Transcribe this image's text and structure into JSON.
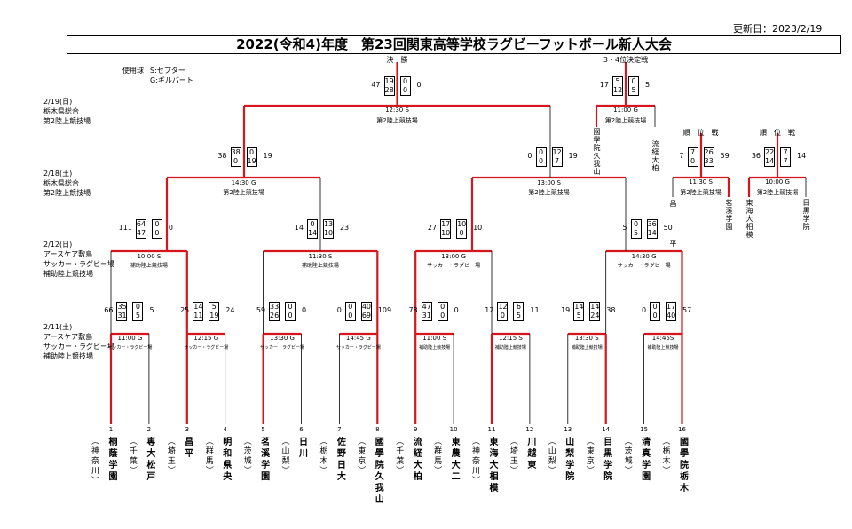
{
  "header": {
    "updated": "更新日：2023/2/19",
    "title": "2022(令和4)年度　第23回関東高等学校ラグビーフットボール新人大会",
    "ball_label": "使用球",
    "ball_s": "S:セプター",
    "ball_g": "G:ギルバート"
  },
  "dates": [
    {
      "date": "2/19(日)",
      "venue1": "栃木県総合",
      "venue2": "第2陸上競技場"
    },
    {
      "date": "2/18(土)",
      "venue1": "栃木県総合",
      "venue2": "第2陸上競技場"
    },
    {
      "date": "2/12(日)",
      "venue1": "アースケア敷島",
      "venue2": "サッカー・ラグビー場",
      "venue3": "補助陸上競技場"
    },
    {
      "date": "2/11(土)",
      "venue1": "アースケア敷島",
      "venue2": "サッカー・ラグビー場",
      "venue3": "補助陸上競技場"
    }
  ],
  "teams": [
    {
      "no": "1",
      "name": "桐蔭学園",
      "pref": "（神奈川）"
    },
    {
      "no": "2",
      "name": "専大松戸",
      "pref": "（千葉）"
    },
    {
      "no": "3",
      "name": "昌平",
      "pref": "（埼玉）"
    },
    {
      "no": "4",
      "name": "明和県央",
      "pref": "（群馬）"
    },
    {
      "no": "5",
      "name": "茗溪学園",
      "pref": "（茨城）"
    },
    {
      "no": "6",
      "name": "日川",
      "pref": "（山梨）"
    },
    {
      "no": "7",
      "name": "佐野日大",
      "pref": "（栃木）"
    },
    {
      "no": "8",
      "name": "國學院久我山",
      "pref": "（東京）"
    },
    {
      "no": "9",
      "name": "流経大柏",
      "pref": "（千葉）"
    },
    {
      "no": "10",
      "name": "東農大二",
      "pref": "（群馬）"
    },
    {
      "no": "11",
      "name": "東海大相模",
      "pref": "（神奈川）"
    },
    {
      "no": "12",
      "name": "川越東",
      "pref": "（埼玉）"
    },
    {
      "no": "13",
      "name": "山梨学院",
      "pref": "（山梨）"
    },
    {
      "no": "14",
      "name": "目黒学院",
      "pref": "（東京）"
    },
    {
      "no": "15",
      "name": "清真学園",
      "pref": "（茨城）"
    },
    {
      "no": "16",
      "name": "國學院栃木",
      "pref": "（栃木）"
    }
  ],
  "r1": [
    {
      "time": "11:00 G",
      "venue": "サッカー・ラグビー場",
      "total_l": "66",
      "h_l": "35",
      "h2_l": "31",
      "h_r": "0",
      "h2_r": "5",
      "total_r": "5"
    },
    {
      "time": "12:15 G",
      "venue": "サッカー・ラグビー場",
      "total_l": "25",
      "h_l": "14",
      "h2_l": "11",
      "h_r": "5",
      "h2_r": "19",
      "total_r": "24"
    },
    {
      "time": "13:30 G",
      "venue": "サッカー・ラグビー場",
      "total_l": "59",
      "h_l": "33",
      "h2_l": "26",
      "h_r": "0",
      "h2_r": "0",
      "total_r": "0"
    },
    {
      "time": "14:45 G",
      "venue": "サッカー・ラグビー場",
      "total_l": "0",
      "h_l": "0",
      "h2_l": "0",
      "h_r": "40",
      "h2_r": "69",
      "total_r": "109"
    },
    {
      "time": "11:00 S",
      "venue": "補助陸上競技場",
      "total_l": "78",
      "h_l": "47",
      "h2_l": "31",
      "h_r": "0",
      "h2_r": "0",
      "total_r": "0"
    },
    {
      "time": "12:15 S",
      "venue": "補助陸上競技場",
      "total_l": "12",
      "h_l": "12",
      "h2_l": "0",
      "h_r": "6",
      "h2_r": "5",
      "total_r": "11"
    },
    {
      "time": "13:30 S",
      "venue": "補助陸上競技場",
      "total_l": "19",
      "h_l": "14",
      "h2_l": "5",
      "h_r": "14",
      "h2_r": "24",
      "total_r": "38"
    },
    {
      "time": "14:45S",
      "venue": "補助陸上競技場",
      "total_l": "0",
      "h_l": "0",
      "h2_l": "0",
      "h_r": "17",
      "h2_r": "40",
      "total_r": "57"
    }
  ],
  "qf": [
    {
      "time": "10:00 S",
      "venue": "補助陸上競技場",
      "total_l": "111",
      "h_l": "64",
      "h2_l": "47",
      "h_r": "0",
      "h2_r": "0",
      "total_r": "0"
    },
    {
      "time": "11:30 S",
      "venue": "補助陸上競技場",
      "total_l": "14",
      "h_l": "0",
      "h2_l": "14",
      "h_r": "13",
      "h2_r": "10",
      "total_r": "23"
    },
    {
      "time": "13:00 G",
      "venue": "サッカー・ラグビー場",
      "total_l": "27",
      "h_l": "17",
      "h2_l": "10",
      "h_r": "10",
      "h2_r": "0",
      "total_r": "10"
    },
    {
      "time": "14:30 G",
      "venue": "サッカー・ラグビー場",
      "total_l": "5",
      "h_l": "0",
      "h2_l": "5",
      "h_r": "36",
      "h2_r": "14",
      "total_r": "50"
    }
  ],
  "sf": [
    {
      "time": "14:30 G",
      "venue": "第2陸上競技場",
      "total_l": "38",
      "h_l": "38",
      "h2_l": "0",
      "h_r": "0",
      "h2_r": "19",
      "total_r": "19"
    },
    {
      "time": "13:00 S",
      "venue": "第2陸上競技場",
      "total_l": "0",
      "h_l": "0",
      "h2_l": "0",
      "h_r": "12",
      "h2_r": "7",
      "total_r": "19"
    }
  ],
  "final": {
    "label": "決　勝",
    "time": "12:30 S",
    "venue": "第2陸上競技場",
    "total_l": "47",
    "h_l": "19",
    "h2_l": "28",
    "h_r": "0",
    "h2_r": "0",
    "total_r": "0"
  },
  "third": {
    "label": "3・4位決定戦",
    "time": "11:00 G",
    "venue": "第2陸上競技場",
    "total_l": "17",
    "h_l": "5",
    "h2_l": "12",
    "h_r": "0",
    "h2_r": "5",
    "total_r": "5",
    "team_l": "國學院久我山",
    "team_r": "流経大柏"
  },
  "pl1": {
    "label": "順　位　戦",
    "time": "11:30 S",
    "venue": "第2陸上競技場",
    "total_l": "7",
    "h_l": "7",
    "h2_l": "0",
    "h_r": "26",
    "h2_r": "33",
    "total_r": "59",
    "team_l": "昌　　　　平",
    "team_r": "茗溪学園"
  },
  "pl2": {
    "label": "順　位　戦",
    "time": "10:00 G",
    "venue": "第2陸上競技場",
    "total_l": "36",
    "h_l": "22",
    "h2_l": "14",
    "h_r": "7",
    "h2_r": "7",
    "total_r": "14",
    "team_l": "東海大相模",
    "team_r": "目黒学院"
  }
}
